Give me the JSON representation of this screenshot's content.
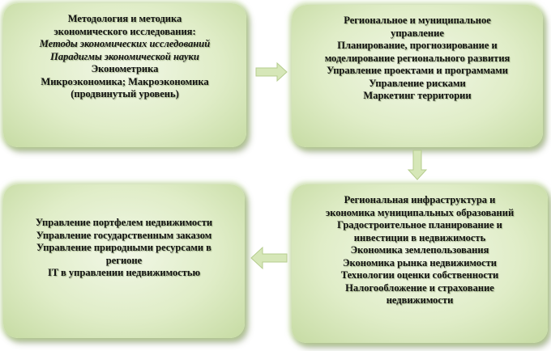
{
  "boxes": {
    "top_left": {
      "lines": [
        "Методология и методика",
        "экономического исследования:",
        "Методы экономических исследований",
        "Парадигмы экономической науки",
        "Эконометрика",
        "Микроэкономика; Макроэкономика",
        "(продвинутый уровень)"
      ]
    },
    "top_right": {
      "lines": [
        "Региональное и муниципальное",
        "управление",
        "Планирование, прогнозирование и",
        "моделирование регионального развития",
        "Управление проектами и программами",
        "Управление рисками",
        "Маркетинг территории"
      ]
    },
    "bottom_right": {
      "lines": [
        "Региональная инфраструктура  и",
        "экономика муниципальных образований",
        "Градостроительное планирование и",
        "инвестиции в недвижимость",
        "Экономика землепользования",
        "Экономика рынка недвижимости",
        "Технологии оценки собственности",
        "Налогообложение и страхование",
        "недвижимости"
      ]
    },
    "bottom_left": {
      "lines": [
        "Управление портфелем недвижимости",
        "Управление государственным заказом",
        "Управление природными ресурсами в",
        "регионе",
        "IT в управлении недвижимостью"
      ]
    }
  },
  "colors": {
    "box_fill_light": "#f1f7e6",
    "box_fill_dark": "#c6dba3",
    "arrow_fill": "#d6e7b8",
    "arrow_stroke": "#b5cc8e"
  }
}
